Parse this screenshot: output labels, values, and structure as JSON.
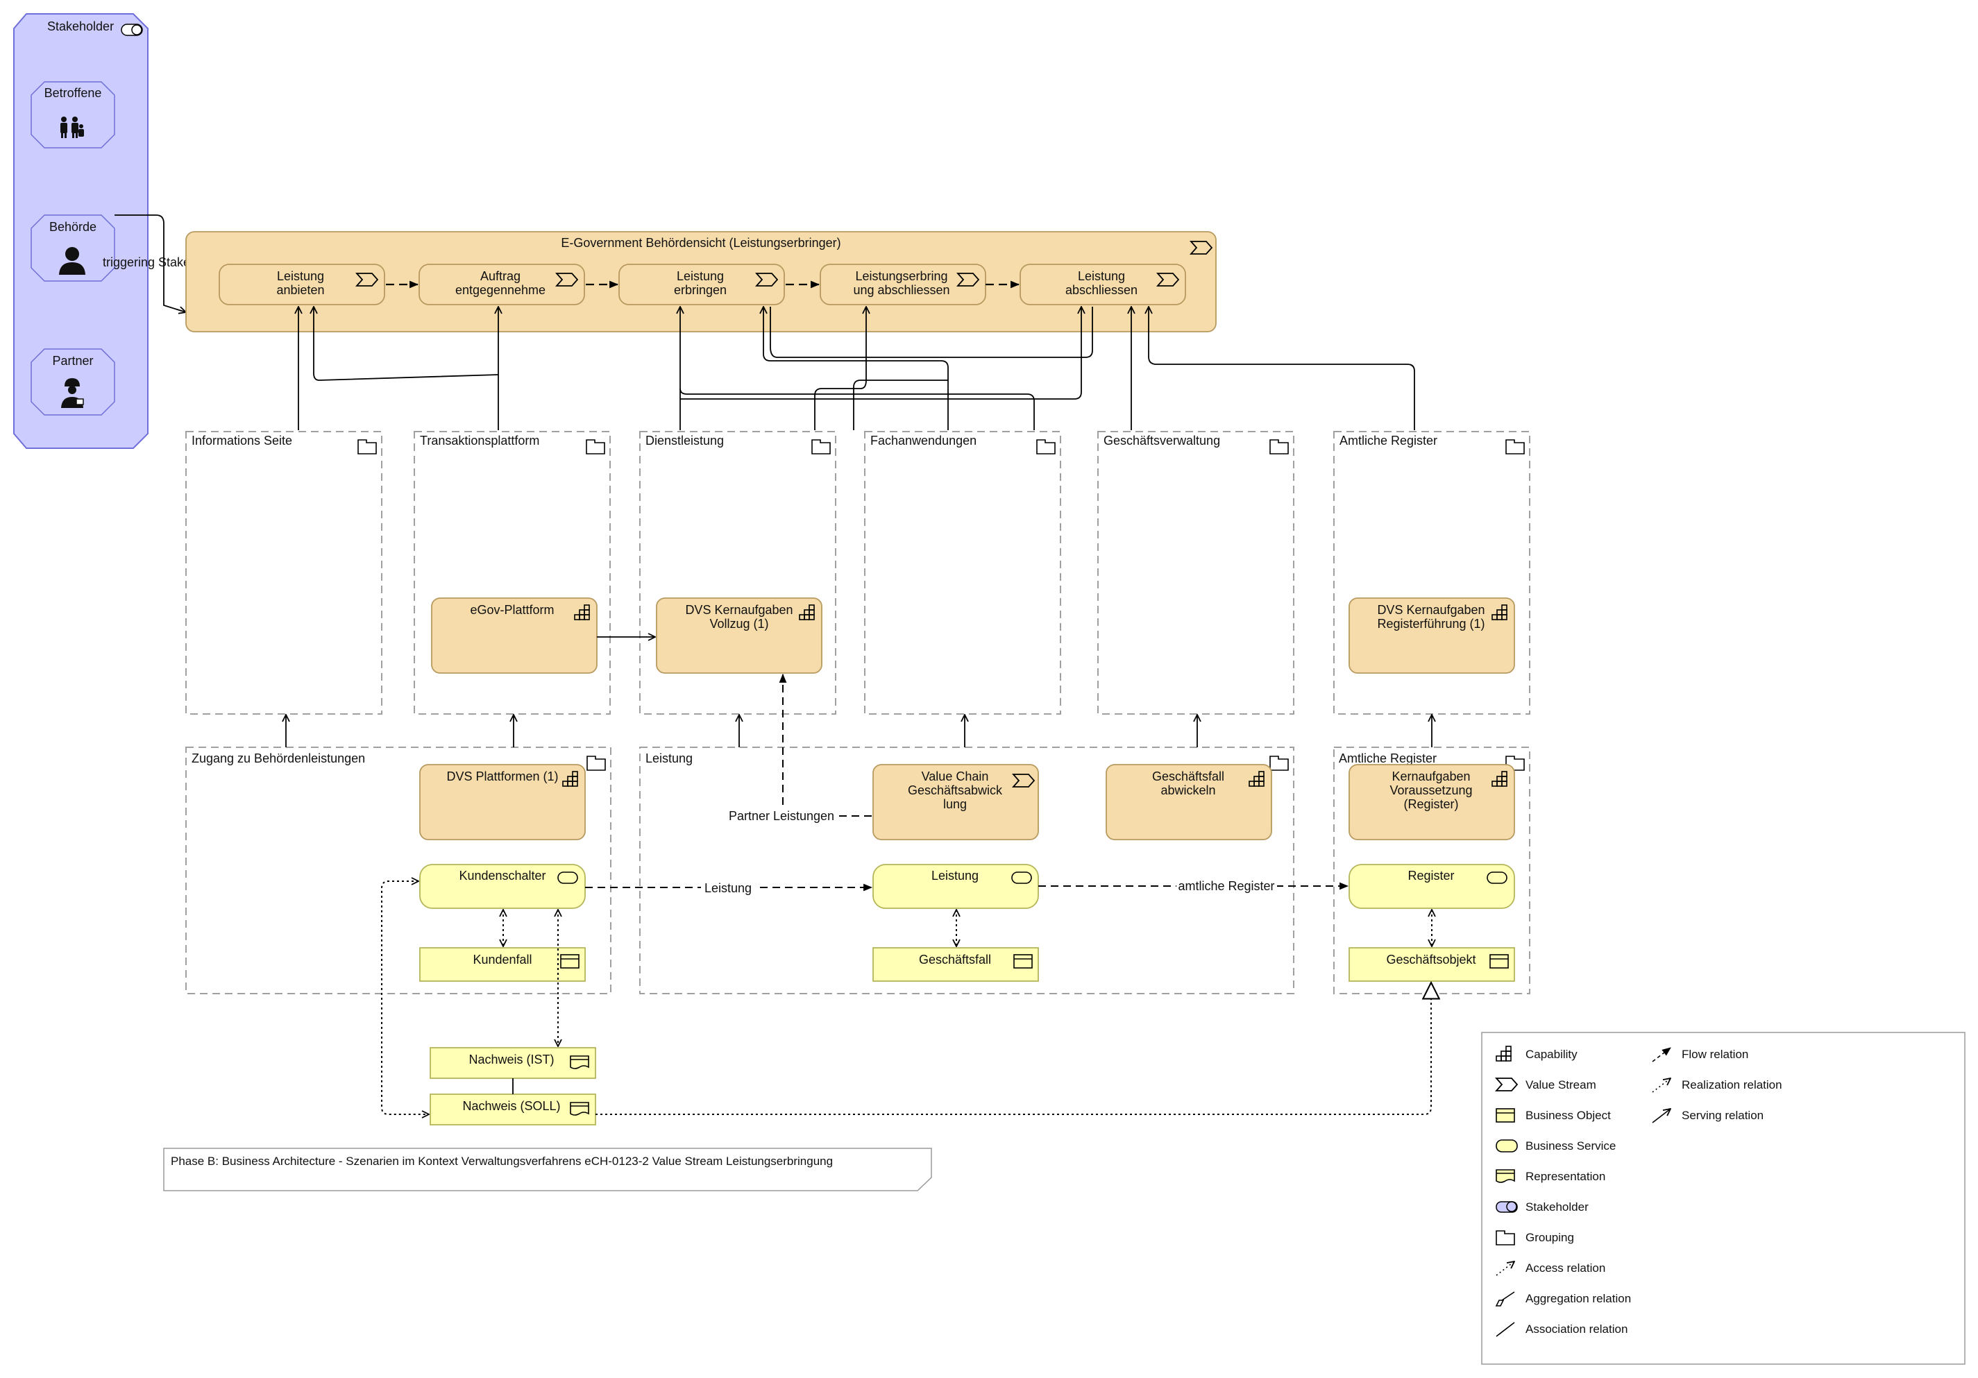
{
  "colors": {
    "stakeholder_fill": "#ccccff",
    "stakeholder_stroke": "#6f6fd9",
    "strategy_fill": "#f5dcaa",
    "strategy_stroke": "#b89a60",
    "business_fill": "#ffffb5",
    "business_stroke": "#b5b55a",
    "grouping_stroke": "#a0a0a0"
  },
  "stakeholders": {
    "container": "Stakeholder",
    "betroffene": "Betroffene",
    "behoerde": "Behörde",
    "partner": "Partner",
    "trigger_label": "triggering Stakeholder"
  },
  "value_stream": {
    "title": "E-Government Behördensicht (Leistungserbringer)",
    "stages": [
      {
        "line1": "Leistung",
        "line2": "anbieten"
      },
      {
        "line1": "Auftrag",
        "line2": "entgegennehme"
      },
      {
        "line1": "Leistung",
        "line2": "erbringen"
      },
      {
        "line1": "Leistungserbring",
        "line2": "ung abschliessen"
      },
      {
        "line1": "Leistung",
        "line2": "abschliessen"
      }
    ]
  },
  "groups_top": [
    "Informations Seite",
    "Transaktionsplattform",
    "Dienstleistung",
    "Fachanwendungen",
    "Geschäftsverwaltung",
    "Amtliche Register"
  ],
  "groups_bottom": {
    "zugang": "Zugang zu Behördenleistungen",
    "leistung": "Leistung",
    "amtliche": "Amtliche Register"
  },
  "capabilities": {
    "egov": "eGov-Plattform",
    "dvs_vollzug": [
      "DVS Kernaufgaben",
      "Vollzug (1)"
    ],
    "dvs_register": [
      "DVS Kernaufgaben",
      "Registerführung (1)"
    ],
    "dvs_plattformen": "DVS Plattformen (1)",
    "value_chain": [
      "Value Chain",
      "Geschäftsabwick",
      "lung"
    ],
    "geschaeftsfall_abwickeln": [
      "Geschäftsfall",
      "abwickeln"
    ],
    "kernaufgaben": [
      "Kernaufgaben",
      "Voraussetzung",
      "(Register)"
    ]
  },
  "services": {
    "kundenschalter": "Kundenschalter",
    "leistung": "Leistung",
    "register": "Register"
  },
  "objects": {
    "kundenfall": "Kundenfall",
    "geschaeftsfall": "Geschäftsfall",
    "geschaeftsobjekt": "Geschäftsobjekt"
  },
  "representations": {
    "ist": "Nachweis (IST)",
    "soll": "Nachweis (SOLL)"
  },
  "relation_labels": {
    "partner_leistungen": "Partner Leistungen",
    "leistung": "Leistung",
    "amtliche_register": "amtliche Register"
  },
  "footer_note": "Phase B: Business Architecture - Szenarien im Kontext Verwaltungsverfahrens eCH-0123-2 Value Stream Leistungserbringung",
  "legend": [
    {
      "icon": "capability",
      "label": "Capability"
    },
    {
      "icon": "value-stream",
      "label": "Value Stream"
    },
    {
      "icon": "business-object",
      "label": "Business Object"
    },
    {
      "icon": "business-service",
      "label": "Business Service"
    },
    {
      "icon": "representation",
      "label": "Representation"
    },
    {
      "icon": "stakeholder",
      "label": "Stakeholder"
    },
    {
      "icon": "grouping",
      "label": "Grouping"
    },
    {
      "icon": "access",
      "label": "Access relation"
    },
    {
      "icon": "aggregation",
      "label": "Aggregation relation"
    },
    {
      "icon": "association",
      "label": "Association relation"
    },
    {
      "icon": "flow",
      "label": "Flow relation"
    },
    {
      "icon": "realization",
      "label": "Realization relation"
    },
    {
      "icon": "serving",
      "label": "Serving relation"
    }
  ]
}
